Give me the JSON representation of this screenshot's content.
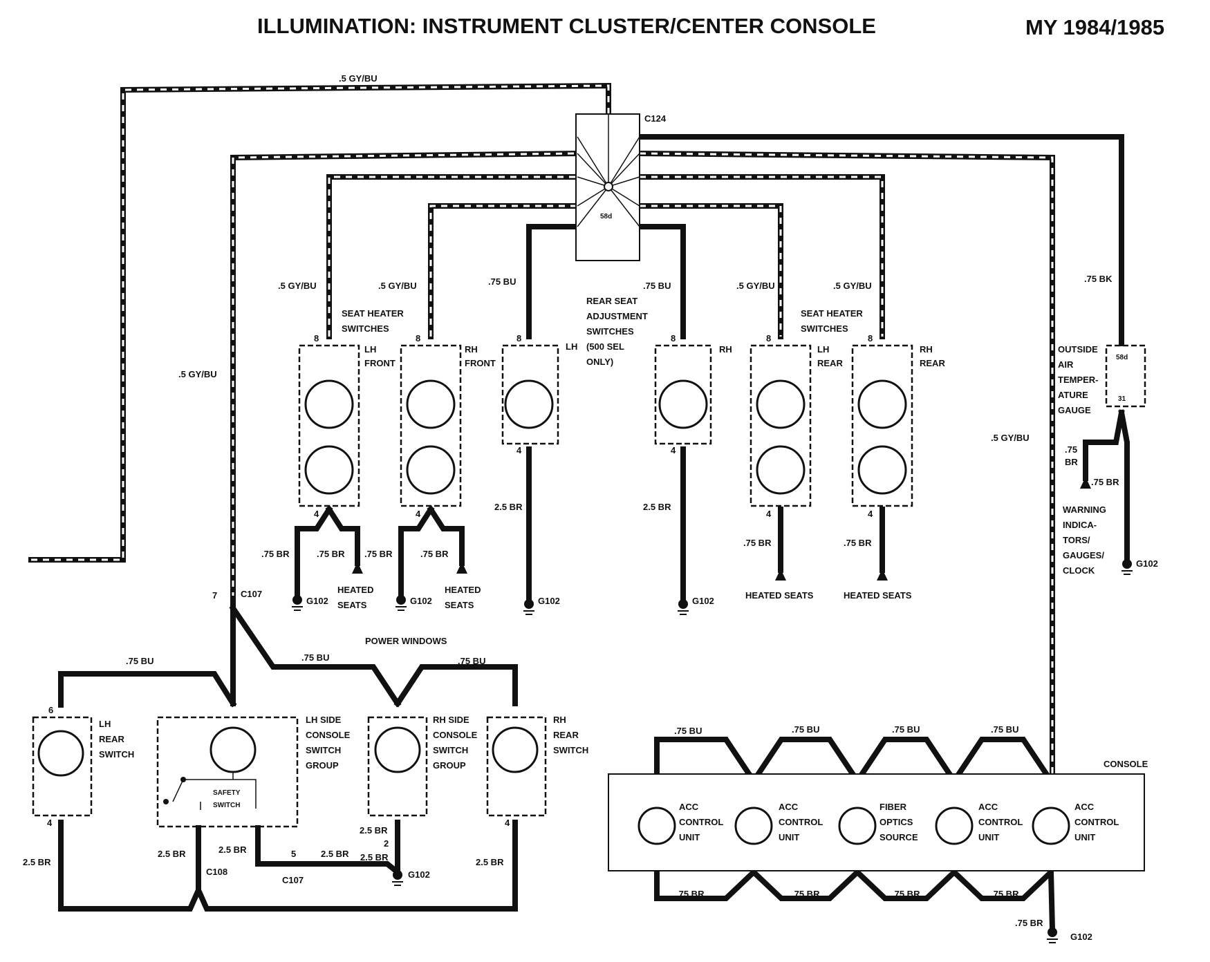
{
  "title": "ILLUMINATION: INSTRUMENT CLUSTER/CENTER CONSOLE",
  "model_year": "MY 1984/1985",
  "connectors": {
    "c124": "C124",
    "c124_terminal": "58d",
    "c107": "C107",
    "c107_pin": "7",
    "c107_lower": "C107",
    "c107_lower_pin": "5",
    "c108": "C108"
  },
  "wires": {
    "gy_bu_05": ".5 GY/BU",
    "bu_075": ".75 BU",
    "br_075": ".75 BR",
    "br_25": "2.5 BR",
    "bk_075": ".75 BK",
    "br_075_split_a": ".75",
    "br_075_split_b": "BR"
  },
  "pins": {
    "p8": "8",
    "p4": "4",
    "p6": "6",
    "p2": "2",
    "p31": "31",
    "p58d": "58d"
  },
  "grounds": {
    "g102": "G102"
  },
  "labels": {
    "seat_heater_1": "SEAT HEATER",
    "seat_heater_2": "SWITCHES",
    "lh": "LH",
    "rh": "RH",
    "front": "FRONT",
    "rear": "REAR",
    "rear_seat_1": "REAR SEAT",
    "rear_seat_2": "ADJUSTMENT",
    "rear_seat_3": "SWITCHES",
    "rear_seat_4": "(500 SEL",
    "rear_seat_5": "ONLY)",
    "outside_1": "OUTSIDE",
    "outside_2": "AIR",
    "outside_3": "TEMPER-",
    "outside_4": "ATURE",
    "outside_5": "GAUGE",
    "warn_1": "WARNING",
    "warn_2": "INDICA-",
    "warn_3": "TORS/",
    "warn_4": "GAUGES/",
    "warn_5": "CLOCK",
    "heated": "HEATED",
    "seats": "SEATS",
    "heated_seats": "HEATED SEATS",
    "power_windows": "POWER WINDOWS",
    "switch": "SWITCH",
    "lh_side_1": "LH SIDE",
    "rh_side_1": "RH SIDE",
    "side_2": "CONSOLE",
    "side_3": "SWITCH",
    "side_4": "GROUP",
    "safety_1": "SAFETY",
    "safety_2": "SWITCH",
    "console": "CONSOLE",
    "acc_1": "ACC",
    "acc_2": "CONTROL",
    "acc_3": "UNIT",
    "fiber_1": "FIBER",
    "fiber_2": "OPTICS",
    "fiber_3": "SOURCE"
  }
}
